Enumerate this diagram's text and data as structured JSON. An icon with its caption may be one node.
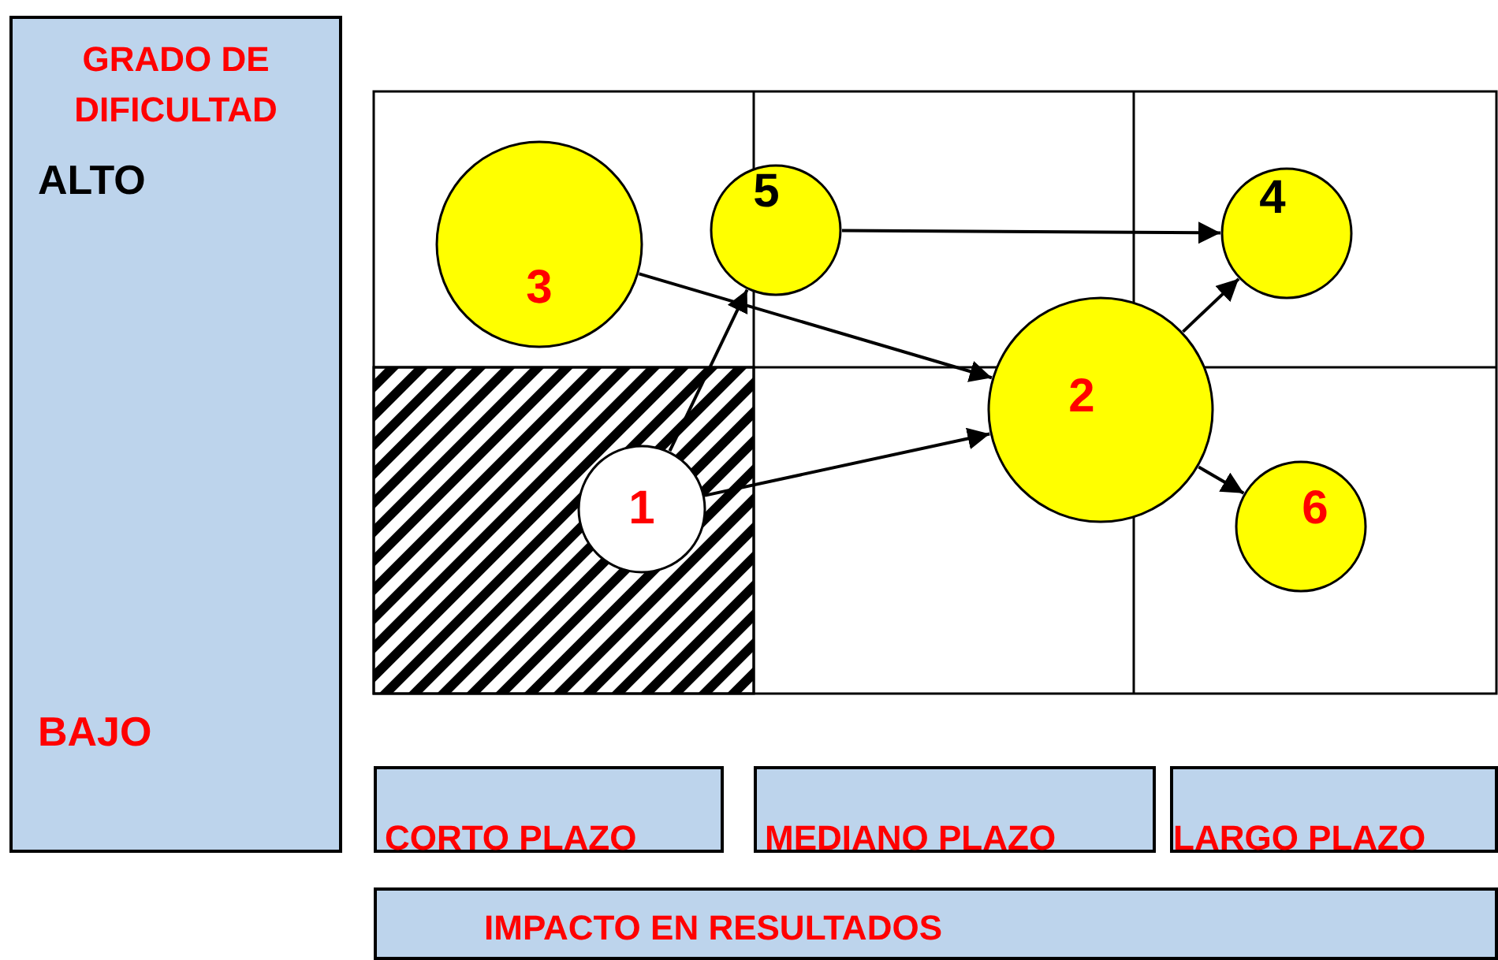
{
  "diagram": {
    "nodes": [
      {
        "text": [
          "GRADO DE DIFICULTAD",
          "ALTO",
          "BAJO"
        ]
      },
      {
        "text": [
          "3"
        ]
      },
      {
        "text": [
          "5"
        ]
      },
      {
        "text": [
          "4"
        ]
      },
      {
        "text": [
          "1"
        ]
      },
      {
        "text": [
          "2"
        ]
      },
      {
        "text": [
          "6"
        ]
      },
      {
        "text": [
          "CORTO PLAZO"
        ]
      },
      {
        "text": [
          "MEDIANO PLAZO"
        ]
      },
      {
        "text": [
          "LARGO PLAZO"
        ]
      },
      {
        "text": [
          "IMPACTO EN RESULTADOS"
        ]
      }
    ],
    "edges": [
      {
        "from": 2,
        "to": 3,
        "arrow": "to"
      },
      {
        "from": 1,
        "to": 5,
        "arrow": "to"
      },
      {
        "from": 4,
        "to": 2,
        "arrow": "to"
      },
      {
        "from": 4,
        "to": 5,
        "arrow": "to"
      },
      {
        "from": 5,
        "to": 3,
        "arrow": "to"
      },
      {
        "from": 5,
        "to": 6,
        "arrow": "to"
      }
    ]
  }
}
